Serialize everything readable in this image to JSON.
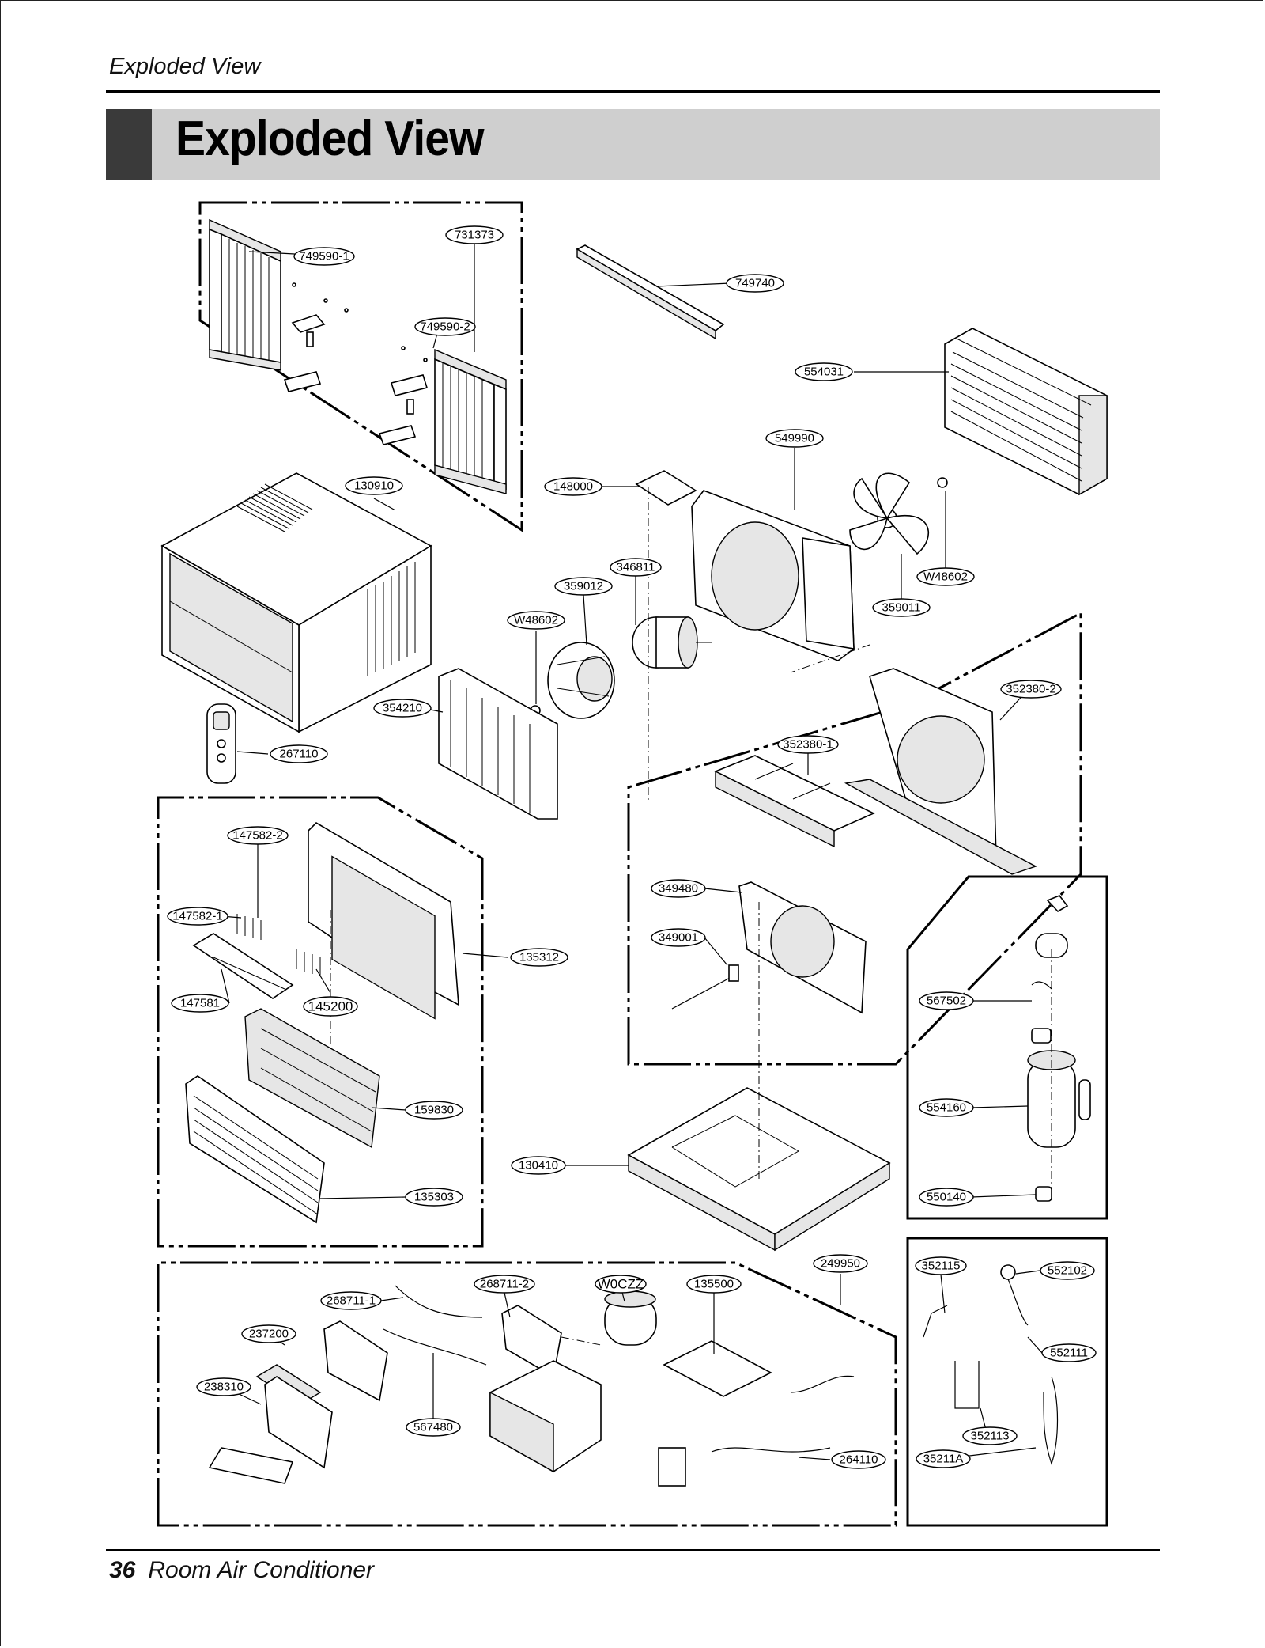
{
  "header": {
    "running_title": "Exploded View",
    "section_title": "Exploded View"
  },
  "footer": {
    "page_number": "36",
    "product": "Room Air Conditioner"
  },
  "callouts": [
    {
      "id": "c-731373",
      "text": "731373"
    },
    {
      "id": "c-749590-1",
      "text": "749590-1"
    },
    {
      "id": "c-749590-2",
      "text": "749590-2"
    },
    {
      "id": "c-749740",
      "text": "749740"
    },
    {
      "id": "c-554031",
      "text": "554031"
    },
    {
      "id": "c-549990",
      "text": "549990"
    },
    {
      "id": "c-148000",
      "text": "148000"
    },
    {
      "id": "c-130910",
      "text": "130910"
    },
    {
      "id": "c-346811",
      "text": "346811"
    },
    {
      "id": "c-359012",
      "text": "359012"
    },
    {
      "id": "c-W48602-a",
      "text": "W48602"
    },
    {
      "id": "c-W48602-b",
      "text": "W48602"
    },
    {
      "id": "c-359011",
      "text": "359011"
    },
    {
      "id": "c-354210",
      "text": "354210"
    },
    {
      "id": "c-267110",
      "text": "267110"
    },
    {
      "id": "c-352380-2",
      "text": "352380-2"
    },
    {
      "id": "c-352380-1",
      "text": "352380-1"
    },
    {
      "id": "c-147582-2",
      "text": "147582-2"
    },
    {
      "id": "c-147582-1",
      "text": "147582-1"
    },
    {
      "id": "c-135312",
      "text": "135312"
    },
    {
      "id": "c-147581",
      "text": "147581"
    },
    {
      "id": "c-145200",
      "text": "145200"
    },
    {
      "id": "c-349480",
      "text": "349480"
    },
    {
      "id": "c-349001",
      "text": "349001"
    },
    {
      "id": "c-567502",
      "text": "567502"
    },
    {
      "id": "c-159830",
      "text": "159830"
    },
    {
      "id": "c-554160",
      "text": "554160"
    },
    {
      "id": "c-130410",
      "text": "130410"
    },
    {
      "id": "c-135303",
      "text": "135303"
    },
    {
      "id": "c-550140",
      "text": "550140"
    },
    {
      "id": "c-249950",
      "text": "249950"
    },
    {
      "id": "c-352115",
      "text": "352115"
    },
    {
      "id": "c-552102",
      "text": "552102"
    },
    {
      "id": "c-268711-2",
      "text": "268711-2"
    },
    {
      "id": "c-W0CZZ",
      "text": "W0CZZ"
    },
    {
      "id": "c-135500",
      "text": "135500"
    },
    {
      "id": "c-268711-1",
      "text": "268711-1"
    },
    {
      "id": "c-237200",
      "text": "237200"
    },
    {
      "id": "c-552111",
      "text": "552111"
    },
    {
      "id": "c-238310",
      "text": "238310"
    },
    {
      "id": "c-567480",
      "text": "567480"
    },
    {
      "id": "c-352113",
      "text": "352113"
    },
    {
      "id": "c-264110",
      "text": "264110"
    },
    {
      "id": "c-35211A",
      "text": "35211A"
    }
  ]
}
